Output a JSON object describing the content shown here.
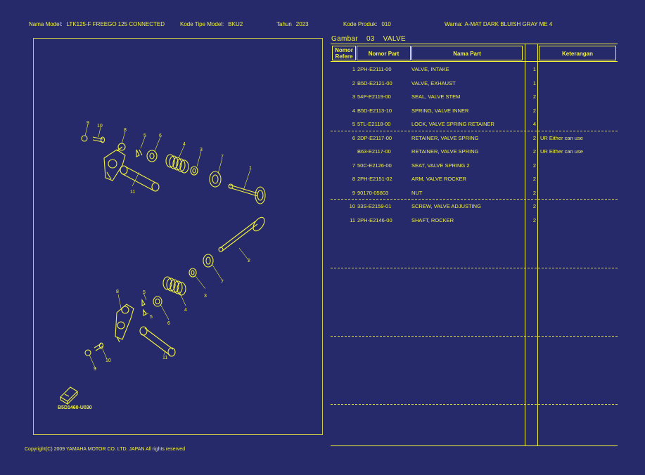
{
  "header": {
    "model_name_label": "Nama Model:",
    "model_name": "LTK125-F FREEGO 125 CONNECTED",
    "model_type_label": "Kode Tipe Model:",
    "model_type": "BKU2",
    "year_label": "Tahun",
    "year": "2023",
    "product_code_label": "Kode Produk:",
    "product_code": "010",
    "color_label": "Warna:",
    "color": "A-MAT DARK BLUISH GRAY ME 4"
  },
  "section": {
    "label": "Gambar",
    "number": "03",
    "title": "VALVE"
  },
  "table": {
    "headers": {
      "ref_line1": "Nomor",
      "ref_line2": "Refere",
      "part_number": "Nomor Part",
      "part_name": "Nama Part",
      "remarks": "Keterangan"
    },
    "rows": [
      {
        "ref": "1",
        "part": "2PH-E2111-00",
        "name": "VALVE, INTAKE",
        "qty": "1",
        "remark": ""
      },
      {
        "ref": "2",
        "part": "B5D-E2121-00",
        "name": "VALVE, EXHAUST",
        "qty": "1",
        "remark": ""
      },
      {
        "ref": "3",
        "part": "54P-E2119-00",
        "name": "SEAL, VALVE STEM",
        "qty": "2",
        "remark": ""
      },
      {
        "ref": "4",
        "part": "B5D-E2113-10",
        "name": "SPRING, VALVE INNER",
        "qty": "2",
        "remark": ""
      },
      {
        "ref": "5",
        "part": "5TL-E2118-00",
        "name": "LOCK, VALVE SPRING RETAINER",
        "qty": "4",
        "remark": ""
      },
      {
        "ref": "6",
        "part": "2DP-E2117-00",
        "name": "RETAINER, VALVE SPRING",
        "qty": "2",
        "remark": "UR Either can use"
      },
      {
        "ref": "",
        "part": "B63-E2117-00",
        "name": "RETAINER, VALVE SPRING",
        "qty": "2",
        "remark": "UR Either can use"
      },
      {
        "ref": "7",
        "part": "50C-E2126-00",
        "name": "SEAT, VALVE SPRING 2",
        "qty": "2",
        "remark": ""
      },
      {
        "ref": "8",
        "part": "2PH-E2151-02",
        "name": "ARM, VALVE ROCKER",
        "qty": "2",
        "remark": ""
      },
      {
        "ref": "9",
        "part": "90170-05803",
        "name": "NUT",
        "qty": "2",
        "remark": ""
      },
      {
        "ref": "10",
        "part": "33S-E2159-01",
        "name": "SCREW, VALVE ADJUSTING",
        "qty": "2",
        "remark": ""
      },
      {
        "ref": "11",
        "part": "2PH-E2146-00",
        "name": "SHAFT, ROCKER",
        "qty": "2",
        "remark": ""
      }
    ]
  },
  "diagram": {
    "code": "B5D1460-U030",
    "callouts_top": [
      "9",
      "10",
      "8",
      "5",
      "6",
      "4",
      "3",
      "7",
      "1",
      "11"
    ],
    "callouts_bottom": [
      "2",
      "7",
      "3",
      "4",
      "6",
      "5",
      "5",
      "8",
      "11",
      "10",
      "9"
    ]
  },
  "footer": {
    "copyright": "Copyright(C) 2009 YAMAHA MOTOR CO. LTD. JAPAN All rights reserved"
  }
}
